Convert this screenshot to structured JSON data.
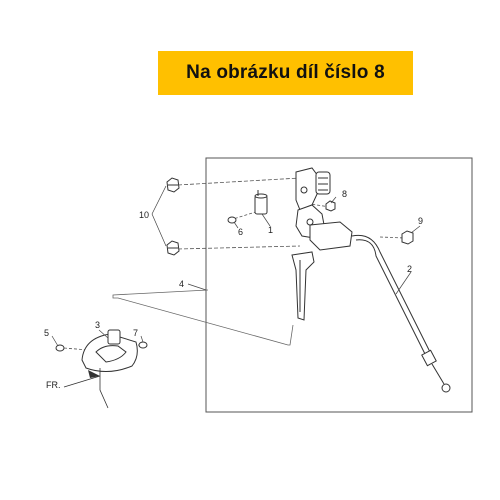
{
  "banner": {
    "text": "Na obrázku díl číslo 8",
    "background": "#ffc000"
  },
  "diagram": {
    "part_labels": {
      "p1": "1",
      "p2": "2",
      "p3": "3",
      "p4": "4",
      "p5": "5",
      "p6": "6",
      "p7": "7",
      "p8": "8",
      "p9": "9",
      "p10": "10"
    },
    "front_marker": "FR."
  }
}
